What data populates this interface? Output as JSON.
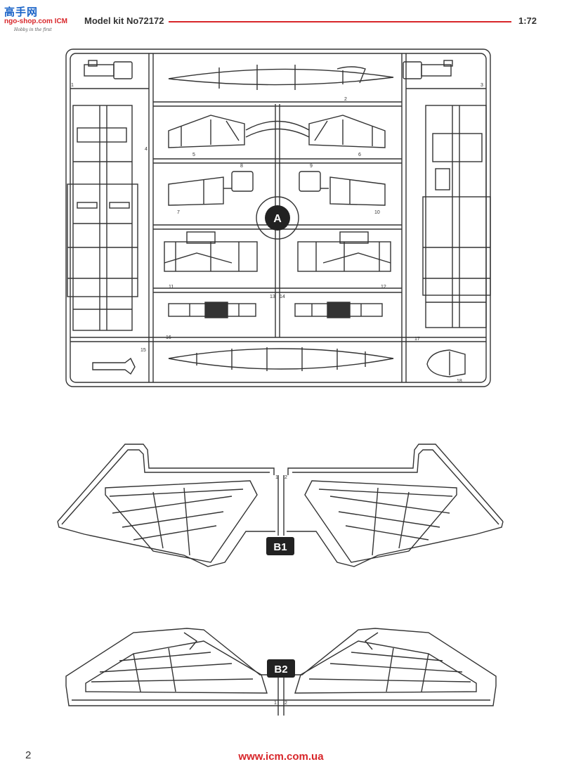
{
  "header": {
    "logo_top": "高手网",
    "logo_mid": "ngo-shop.com ICM",
    "logo_tagline": "Hobby in the first",
    "title": "Model kit No72172",
    "scale": "1:72"
  },
  "sprues": [
    {
      "label": "A",
      "part_numbers": [
        "1",
        "2",
        "3",
        "4",
        "5",
        "6",
        "7",
        "8",
        "9",
        "10",
        "11",
        "12",
        "13",
        "14",
        "15",
        "16",
        "17",
        "18"
      ]
    },
    {
      "label": "B1",
      "part_numbers": [
        "1",
        "2"
      ]
    },
    {
      "label": "B2",
      "part_numbers": [
        "1",
        "2"
      ]
    }
  ],
  "footer": {
    "page_number": "2",
    "website": "www.icm.com.ua"
  }
}
